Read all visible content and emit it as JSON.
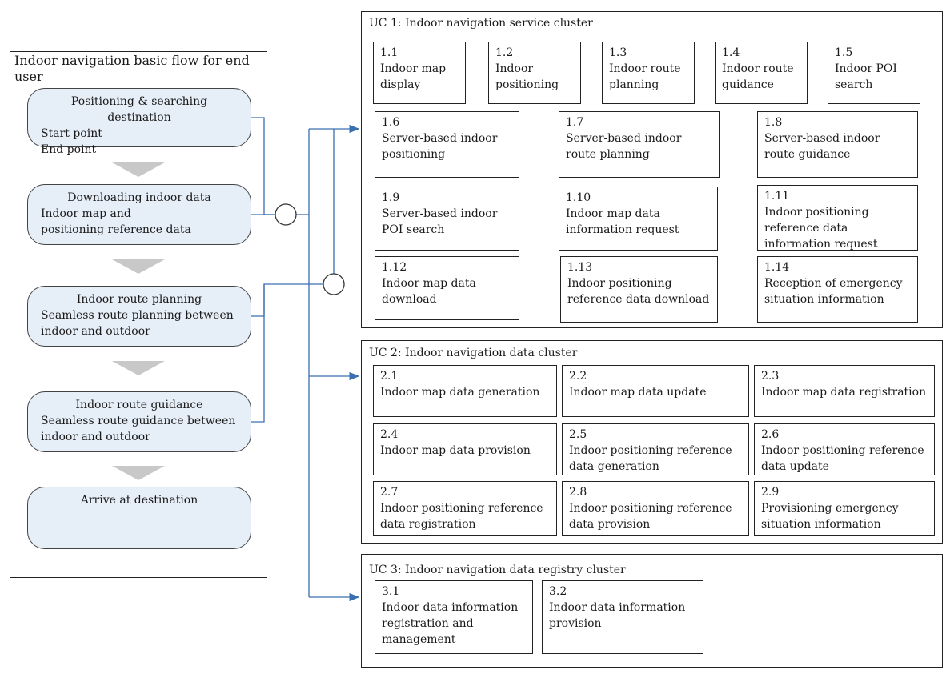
{
  "flow": {
    "title": "Indoor navigation basic flow for end user",
    "steps": [
      {
        "head": "Positioning & searching destination",
        "lines": [
          "Start point",
          "End point"
        ]
      },
      {
        "head": "Downloading indoor data",
        "lines": [
          "Indoor map and",
          "positioning reference data"
        ]
      },
      {
        "head": "Indoor route planning",
        "lines": [
          "Seamless route planning between",
          "indoor and outdoor"
        ]
      },
      {
        "head": "Indoor route guidance",
        "lines": [
          "Seamless route guidance between",
          "indoor and outdoor"
        ]
      },
      {
        "head": "Arrive at destination",
        "lines": []
      }
    ]
  },
  "uc1": {
    "title": "UC 1: Indoor navigation service cluster",
    "items": [
      {
        "num": "1.1",
        "label": "Indoor map display"
      },
      {
        "num": "1.2",
        "label": "Indoor positioning"
      },
      {
        "num": "1.3",
        "label": "Indoor route planning"
      },
      {
        "num": "1.4",
        "label": "Indoor route guidance"
      },
      {
        "num": "1.5",
        "label": "Indoor POI search"
      },
      {
        "num": "1.6",
        "label": "Server-based indoor positioning"
      },
      {
        "num": "1.7",
        "label": "Server-based indoor route planning"
      },
      {
        "num": "1.8",
        "label": "Server-based indoor route guidance"
      },
      {
        "num": "1.9",
        "label": "Server-based indoor POI search"
      },
      {
        "num": "1.10",
        "label": "Indoor map data information request"
      },
      {
        "num": "1.11",
        "label": "Indoor positioning reference data information request"
      },
      {
        "num": "1.12",
        "label": "Indoor map data download"
      },
      {
        "num": "1.13",
        "label": "Indoor positioning reference data download"
      },
      {
        "num": "1.14",
        "label": "Reception of emergency situation information"
      }
    ]
  },
  "uc2": {
    "title": "UC 2: Indoor navigation data cluster",
    "items": [
      {
        "num": "2.1",
        "label": "Indoor map data generation"
      },
      {
        "num": "2.2",
        "label": "Indoor map data update"
      },
      {
        "num": "2.3",
        "label": "Indoor map data registration"
      },
      {
        "num": "2.4",
        "label": "Indoor map data provision"
      },
      {
        "num": "2.5",
        "label": "Indoor positioning reference data generation"
      },
      {
        "num": "2.6",
        "label": "Indoor positioning reference data update"
      },
      {
        "num": "2.7",
        "label": "Indoor positioning reference data registration"
      },
      {
        "num": "2.8",
        "label": "Indoor positioning reference data provision"
      },
      {
        "num": "2.9",
        "label": "Provisioning emergency situation information"
      }
    ]
  },
  "uc3": {
    "title": "UC 3: Indoor navigation data registry cluster",
    "items": [
      {
        "num": "3.1",
        "label": "Indoor data information registration and management"
      },
      {
        "num": "3.2",
        "label": "Indoor data information provision"
      }
    ]
  },
  "colors": {
    "step_fill": "#e6eef8",
    "connector": "#3a6fb0",
    "arrow_grey": "#c8c8c8"
  }
}
